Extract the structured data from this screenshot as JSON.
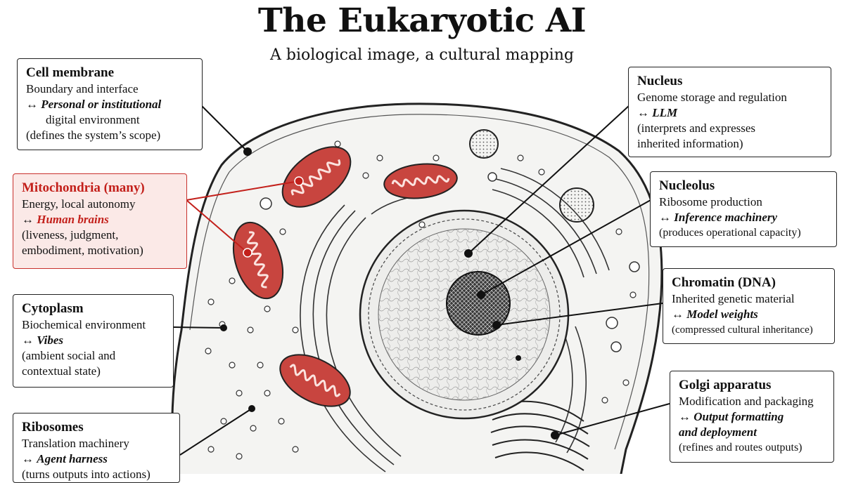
{
  "title": "The Eukaryotic AI",
  "subtitle": "A biological image, a cultural mapping",
  "arrow": "↔",
  "colors": {
    "highlight": "#c3201b",
    "highlight_fill": "#fbe9e7",
    "mito": "#c8453f"
  },
  "labels": {
    "cell_membrane": {
      "heading": "Cell membrane",
      "description": "Boundary and interface",
      "mapping": "Personal or institutional",
      "mapping_cont": "digital environment",
      "note": "(defines the system’s scope)"
    },
    "mitochondria": {
      "heading": "Mitochondria (many)",
      "description": "Energy, local autonomy",
      "mapping": "Human brains",
      "note_1": "(liveness, judgment,",
      "note_2": "embodiment, motivation)"
    },
    "cytoplasm": {
      "heading": "Cytoplasm",
      "description": "Biochemical environment",
      "mapping": "Vibes",
      "note_1": "(ambient social and",
      "note_2": "contextual state)"
    },
    "ribosomes": {
      "heading": "Ribosomes",
      "description": "Translation machinery",
      "mapping": "Agent harness",
      "note": "(turns outputs into actions)"
    },
    "nucleus": {
      "heading": "Nucleus",
      "description": "Genome storage and regulation",
      "mapping": "LLM",
      "note_1": "(interprets and expresses",
      "note_2": "inherited information)"
    },
    "nucleolus": {
      "heading": "Nucleolus",
      "description": "Ribosome production",
      "mapping": "Inference machinery",
      "note": "(produces operational capacity)"
    },
    "chromatin": {
      "heading": "Chromatin (DNA)",
      "description": "Inherited genetic material",
      "mapping": "Model weights",
      "note": "(compressed cultural inheritance)"
    },
    "golgi": {
      "heading": "Golgi apparatus",
      "description": "Modification and packaging",
      "mapping_1": "Output formatting",
      "mapping_2": "and deployment",
      "note": "(refines and routes outputs)"
    }
  }
}
